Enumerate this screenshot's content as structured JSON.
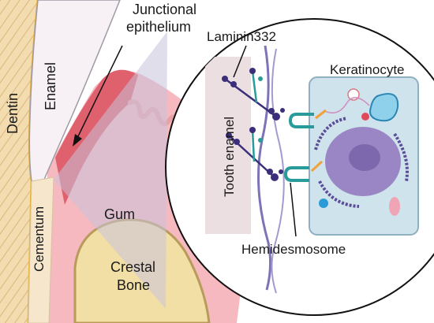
{
  "labels": {
    "dentin": "Dentin",
    "enamel": "Enamel",
    "cementum": "Cementum",
    "junctional_line1": "Junctional",
    "junctional_line2": "epithelium",
    "gum": "Gum",
    "crestal_line1": "Crestal",
    "crestal_line2": "Bone",
    "laminin": "Laminin332",
    "keratinocyte": "Keratinocyte",
    "tooth_enamel": "Tooth enamel",
    "hemidesmosome": "Hemidesmosome"
  },
  "colors": {
    "dentin": "#f3dcb0",
    "dentin_stripe": "#d9b77c",
    "enamel": "#f7f0f4",
    "cementum": "#f6e6cc",
    "gum": "#f6b9bf",
    "gum_dark": "#e0616e",
    "bone": "#f2dfa6",
    "bone_edge": "#b89b5a",
    "cell": "#cfe3ec",
    "nucleus": "#9a86c4",
    "fiber": "#7d74b8",
    "laminin_dot": "#3b2e7a",
    "hemi": "#2a9b9b",
    "orange": "#f2a03b"
  }
}
